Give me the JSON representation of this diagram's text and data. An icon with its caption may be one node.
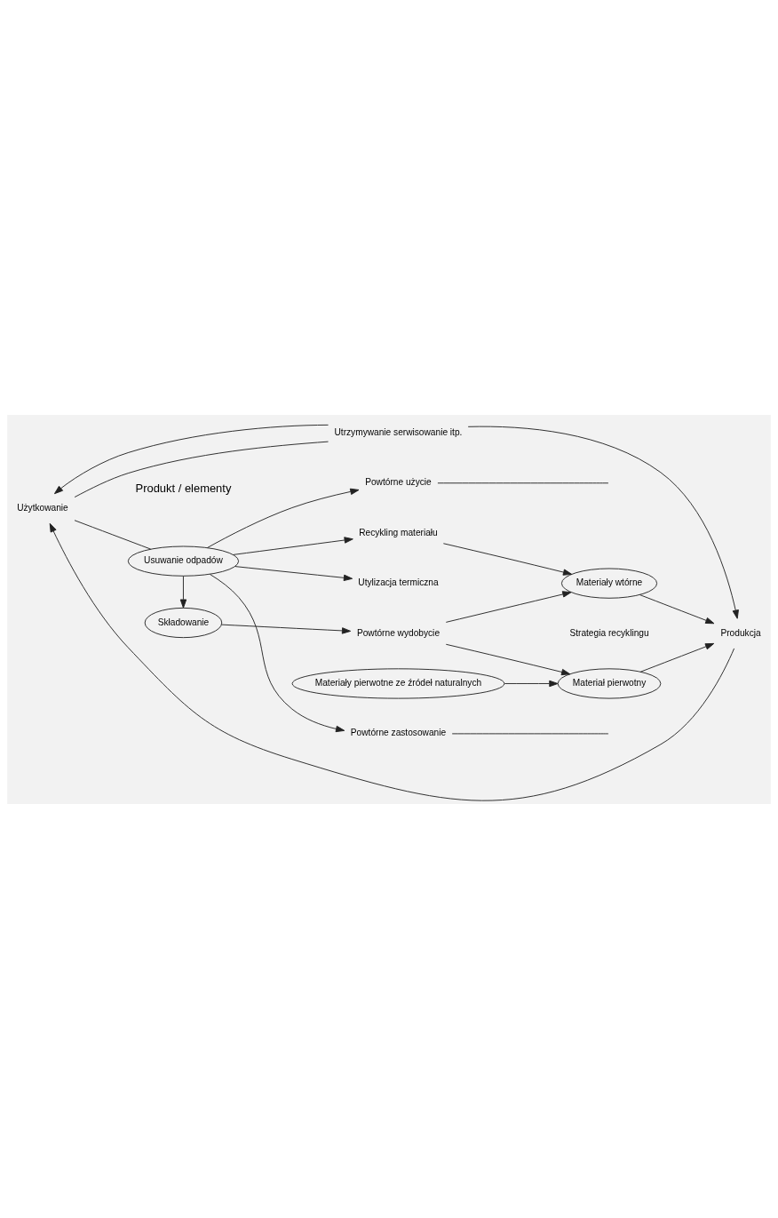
{
  "diagram": {
    "nodes": [
      {
        "text": [
          "Użytkowanie"
        ]
      },
      {
        "text": [
          "Produkcja"
        ]
      },
      {
        "text": [
          "Powtórne użycie"
        ]
      },
      {
        "text": [
          "Utrzymywanie serwisowanie itp."
        ]
      },
      {
        "text": [
          "Powtórne zastosowanie"
        ]
      },
      {
        "text": [
          "Materiał pierwotny"
        ]
      },
      {
        "text": [
          "Materiały wtórne"
        ]
      },
      {
        "text": [
          "Usuwanie odpadów"
        ]
      },
      {
        "text": [
          "Recykling materiału"
        ]
      },
      {
        "text": [
          "Utylizacja termiczna"
        ]
      },
      {
        "text": [
          "Powtórne wydobycie"
        ]
      },
      {
        "text": [
          "Składowanie"
        ]
      },
      {
        "text": [
          "Materiały pierwotne ze źródeł naturalnych"
        ]
      }
    ],
    "edges": [
      {
        "from": 1,
        "to": 0,
        "arrow": "to"
      },
      {
        "from": 3,
        "to": 0,
        "arrow": "to"
      },
      {
        "from": 3,
        "to": 1,
        "arrow": "to"
      },
      {
        "from": 5,
        "to": 1,
        "arrow": "to"
      },
      {
        "from": 6,
        "to": 1,
        "arrow": "to"
      },
      {
        "from": 0,
        "to": 7,
        "arrow": "none"
      },
      {
        "from": 0,
        "to": 3,
        "arrow": "none"
      },
      {
        "from": 7,
        "to": 2,
        "arrow": "to"
      },
      {
        "from": 7,
        "to": 4,
        "arrow": "to"
      },
      {
        "from": 7,
        "to": 8,
        "arrow": "to"
      },
      {
        "from": 7,
        "to": 9,
        "arrow": "to"
      },
      {
        "from": 7,
        "to": 11,
        "arrow": "to"
      },
      {
        "from": 11,
        "to": 10,
        "arrow": "to"
      },
      {
        "from": 2,
        "to": null,
        "arrow": "none"
      },
      {
        "from": 4,
        "to": null,
        "arrow": "none"
      },
      {
        "from": 8,
        "to": 6,
        "arrow": "to"
      },
      {
        "from": 10,
        "to": 6,
        "arrow": "to"
      },
      {
        "from": 10,
        "to": 5,
        "arrow": "to"
      },
      {
        "from": 12,
        "to": 5,
        "arrow": "to"
      }
    ],
    "labels": [
      "Produkt / elementy",
      "Strategia recyklingu"
    ]
  }
}
